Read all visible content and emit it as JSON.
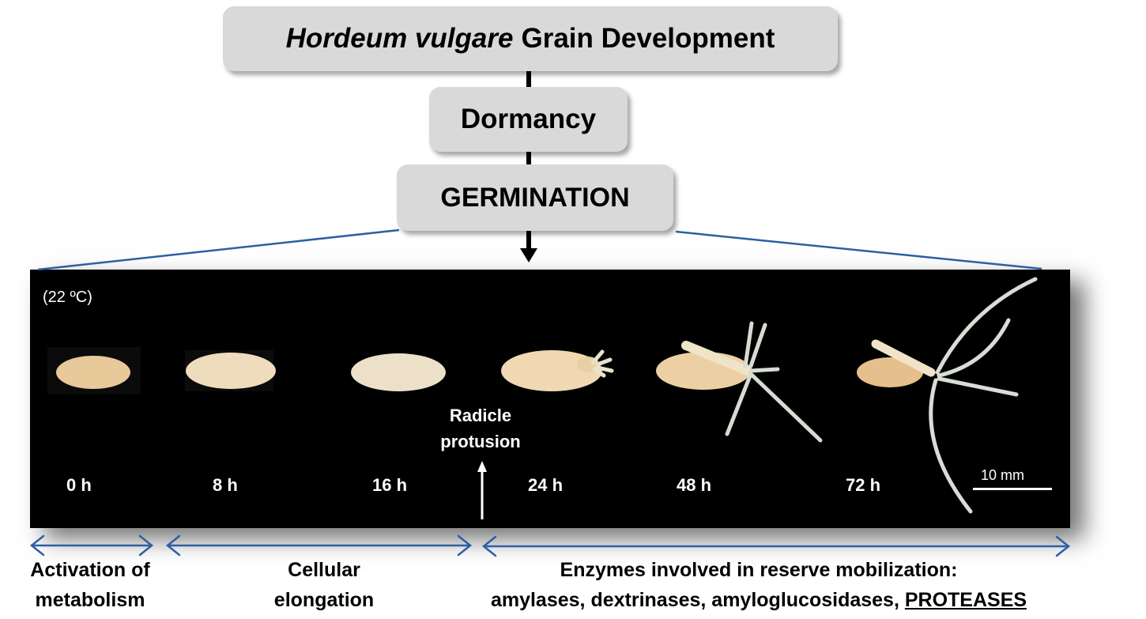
{
  "title": {
    "italic_part": "Hordeum vulgare",
    "rest": "Grain Development"
  },
  "flow": {
    "dormancy": "Dormancy",
    "germination": "GERMINATION"
  },
  "panel": {
    "temperature": "(22 ºC)",
    "background_color": "#000000",
    "time_points": [
      "0 h",
      "8 h",
      "16 h",
      "24 h",
      "48 h",
      "72 h"
    ],
    "radicle_label_line1": "Radicle",
    "radicle_label_line2": "protusion",
    "scale_bar_label": "10 mm"
  },
  "phases": [
    {
      "line1": "Activation of",
      "line2": "metabolism"
    },
    {
      "line1": "Cellular",
      "line2": "elongation"
    },
    {
      "line1": "Enzymes involved in reserve mobilization:",
      "line2_prefix": "amylases, dextrinases, amyloglucosidases, ",
      "line2_emphasis": "PROTEASES"
    }
  ],
  "colors": {
    "box_fill": "#d9d9d9",
    "arrow_blue": "#2e5fa3",
    "grain": "#e9cfa4",
    "root": "#d8ddd6"
  }
}
